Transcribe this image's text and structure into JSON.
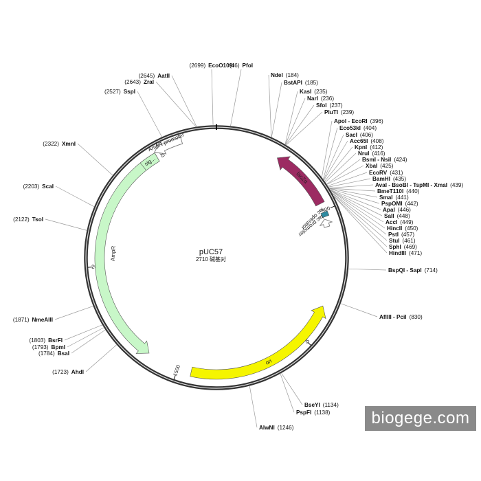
{
  "plasmid": {
    "name": "pUC57",
    "length_bp": 2710,
    "length_text": "2710 碱基对"
  },
  "watermark": "biogege.com",
  "features": [
    {
      "name": "lacZα",
      "label": "lacZα",
      "start": 236,
      "end": 471,
      "direction": "reverse",
      "color": "#9c2b62"
    },
    {
      "name": "lac operator",
      "label": "lac operator",
      "start": 505,
      "end": 522,
      "direction": "none",
      "color": "#2e8aa0"
    },
    {
      "name": "lac promoter",
      "label": "lac promoter",
      "start": 530,
      "end": 560,
      "direction": "reverse",
      "color": "#ffffff"
    },
    {
      "name": "ori",
      "label": "ori",
      "start": 861,
      "end": 1449,
      "direction": "reverse",
      "color": "#f5f500"
    },
    {
      "name": "AmpR",
      "label": "AmpR",
      "start": 1620,
      "end": 2480,
      "direction": "reverse",
      "color": "#c8f7c8"
    },
    {
      "name": "sig",
      "label": "sig...",
      "start": 2418,
      "end": 2480,
      "direction": "none",
      "color": "#c8f7c8"
    },
    {
      "name": "AmpR promoter",
      "label": "AmpR promoter",
      "start": 2481,
      "end": 2585,
      "direction": "reverse",
      "color": "#ffffff"
    }
  ],
  "ticks": [
    {
      "pos": 500,
      "label": "500"
    },
    {
      "pos": 1000,
      "label": "1000"
    },
    {
      "pos": 1500,
      "label": "1500"
    },
    {
      "pos": 2000,
      "label": "2000"
    },
    {
      "pos": 2500,
      "label": "2500"
    }
  ],
  "sites": [
    {
      "name": "EcoO109I",
      "pos": "(2699)",
      "bp": 2699
    },
    {
      "name": "PfoI",
      "pos": "(46)",
      "bp": 46
    },
    {
      "name": "NdeI",
      "pos": "(184)",
      "bp": 184
    },
    {
      "name": "BstAPI",
      "pos": "(185)",
      "bp": 185
    },
    {
      "name": "KasI",
      "pos": "(235)",
      "bp": 235
    },
    {
      "name": "NarI",
      "pos": "(236)",
      "bp": 236
    },
    {
      "name": "SfoI",
      "pos": "(237)",
      "bp": 237
    },
    {
      "name": "PluTI",
      "pos": "(239)",
      "bp": 239
    },
    {
      "name": "ApoI - EcoRI",
      "pos": "(396)",
      "bp": 396
    },
    {
      "name": "Eco53kI",
      "pos": "(404)",
      "bp": 404
    },
    {
      "name": "SacI",
      "pos": "(406)",
      "bp": 406
    },
    {
      "name": "Acc65I",
      "pos": "(408)",
      "bp": 408
    },
    {
      "name": "KpnI",
      "pos": "(412)",
      "bp": 412
    },
    {
      "name": "NruI",
      "pos": "(416)",
      "bp": 416
    },
    {
      "name": "BsmI - NsiI",
      "pos": "(424)",
      "bp": 424
    },
    {
      "name": "XbaI",
      "pos": "(425)",
      "bp": 425
    },
    {
      "name": "EcoRV",
      "pos": "(431)",
      "bp": 431
    },
    {
      "name": "BamHI",
      "pos": "(435)",
      "bp": 435
    },
    {
      "name": "AvaI - BsoBI - TspMI - XmaI",
      "pos": "(439)",
      "bp": 439
    },
    {
      "name": "BmeT110I",
      "pos": "(440)",
      "bp": 440
    },
    {
      "name": "SmaI",
      "pos": "(441)",
      "bp": 441
    },
    {
      "name": "PspOMI",
      "pos": "(442)",
      "bp": 442
    },
    {
      "name": "ApaI",
      "pos": "(446)",
      "bp": 446
    },
    {
      "name": "SalI",
      "pos": "(448)",
      "bp": 448
    },
    {
      "name": "AccI",
      "pos": "(449)",
      "bp": 449
    },
    {
      "name": "HincII",
      "pos": "(450)",
      "bp": 450
    },
    {
      "name": "PstI",
      "pos": "(457)",
      "bp": 457
    },
    {
      "name": "StuI",
      "pos": "(461)",
      "bp": 461
    },
    {
      "name": "SphI",
      "pos": "(469)",
      "bp": 469
    },
    {
      "name": "HindIII",
      "pos": "(471)",
      "bp": 471
    },
    {
      "name": "BspQI - SapI",
      "pos": "(714)",
      "bp": 714
    },
    {
      "name": "AflIII - PciI",
      "pos": "(830)",
      "bp": 830
    },
    {
      "name": "BseYI",
      "pos": "(1134)",
      "bp": 1134
    },
    {
      "name": "PspFI",
      "pos": "(1138)",
      "bp": 1138
    },
    {
      "name": "AlwNI",
      "pos": "(1246)",
      "bp": 1246
    },
    {
      "name": "AhdI",
      "pos": "(1723)",
      "bp": 1723
    },
    {
      "name": "BsaI",
      "pos": "(1784)",
      "bp": 1784
    },
    {
      "name": "BpmI",
      "pos": "(1793)",
      "bp": 1793
    },
    {
      "name": "BsrFI",
      "pos": "(1803)",
      "bp": 1803
    },
    {
      "name": "NmeAIII",
      "pos": "(1871)",
      "bp": 1871
    },
    {
      "name": "TsoI",
      "pos": "(2122)",
      "bp": 2122
    },
    {
      "name": "ScaI",
      "pos": "(2203)",
      "bp": 2203
    },
    {
      "name": "XmnI",
      "pos": "(2322)",
      "bp": 2322
    },
    {
      "name": "SspI",
      "pos": "(2527)",
      "bp": 2527
    },
    {
      "name": "ZraI",
      "pos": "(2643)",
      "bp": 2643
    },
    {
      "name": "AatII",
      "pos": "(2645)",
      "bp": 2645
    }
  ]
}
